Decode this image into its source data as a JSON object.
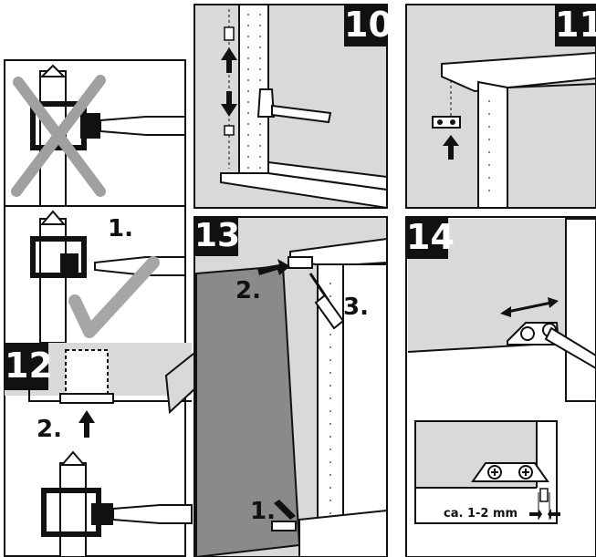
{
  "panels": {
    "p10": {
      "number": "10"
    },
    "p11": {
      "number": "11"
    },
    "p12": {
      "number": "12",
      "step2": "2."
    },
    "p13": {
      "number": "13",
      "step1": "1.",
      "step2": "2.",
      "step3": "3."
    },
    "p14": {
      "number": "14",
      "gap_label": "ca. 1-2 mm"
    },
    "screwdriver_detail": {
      "step1": "1."
    }
  },
  "colors": {
    "ink": "#111111",
    "panel_grey": "#d9d9d9",
    "door_grey": "#8a8a8a",
    "check_grey": "#a6a6a6",
    "cross_grey": "#a0a0a0"
  }
}
